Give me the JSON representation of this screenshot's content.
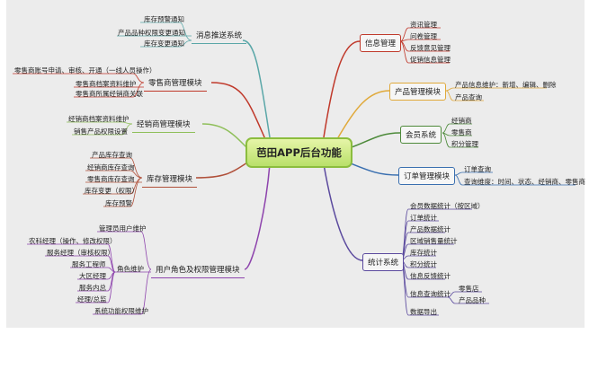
{
  "center": "芭田APP后台功能",
  "topics": {
    "msg": "消息推送系统",
    "retail": "零售商管理模块",
    "dealer": "经销商管理模块",
    "stock": "库存管理模块",
    "role": "用户角色及权限管理模块",
    "info": "信息管理",
    "product": "产品管理模块",
    "member": "会员系统",
    "order": "订单管理模块",
    "stat": "统计系统"
  },
  "items": {
    "msg": [
      "库存预警通知",
      "产品品种权限变更通知",
      "库存变更通知"
    ],
    "retail": [
      "零售商账号申请、审核、开通（一线人员操作）",
      "零售商档案资料维护",
      "零售商所属经销商关联"
    ],
    "dealer": [
      "经销商档案资料维护",
      "销售产品权限设置"
    ],
    "stock": [
      "产品库存查询",
      "经销商库存查询",
      "零售商库存查询",
      "库存变更（权限）",
      "库存预警"
    ],
    "role_admin": "管理员用户维护",
    "role_group": "角色维护",
    "role_sub": [
      "农科经理（操作、修改权限）",
      "服务经理（审核权限）",
      "服务工程师",
      "大区经理",
      "服务内总",
      "经理/总监"
    ],
    "role_perm": "系统功能权限维护",
    "info": [
      "资讯管理",
      "问卷管理",
      "反馈意见管理",
      "促销信息管理"
    ],
    "product": [
      "产品信息维护：新增、编辑、删除",
      "产品查询"
    ],
    "member": [
      "经销商",
      "零售商",
      "积分管理"
    ],
    "order": [
      "订单查询",
      "查询维度：时间、状态、经销商、零售商"
    ],
    "stat": [
      "会员数据统计（按区域）",
      "订单统计",
      "产品数据统计",
      "区域销售量统计",
      "库存统计",
      "积分统计",
      "信息反馈统计"
    ],
    "stat_query": "信息查询统计",
    "stat_query_sub": [
      "零售店",
      "产品品种"
    ],
    "stat_export": "数据导出"
  },
  "colors": {
    "center_fill": "#c6e67c",
    "msg": "#5aa7a8",
    "retail": "#c0392b",
    "dealer": "#8fbf5a",
    "stock": "#b0503a",
    "role": "#8e44ad",
    "info": "#c0392b",
    "product": "#e0a93a",
    "member": "#4d8a3a",
    "order": "#3a6fb0",
    "stat": "#5b4a9e"
  }
}
